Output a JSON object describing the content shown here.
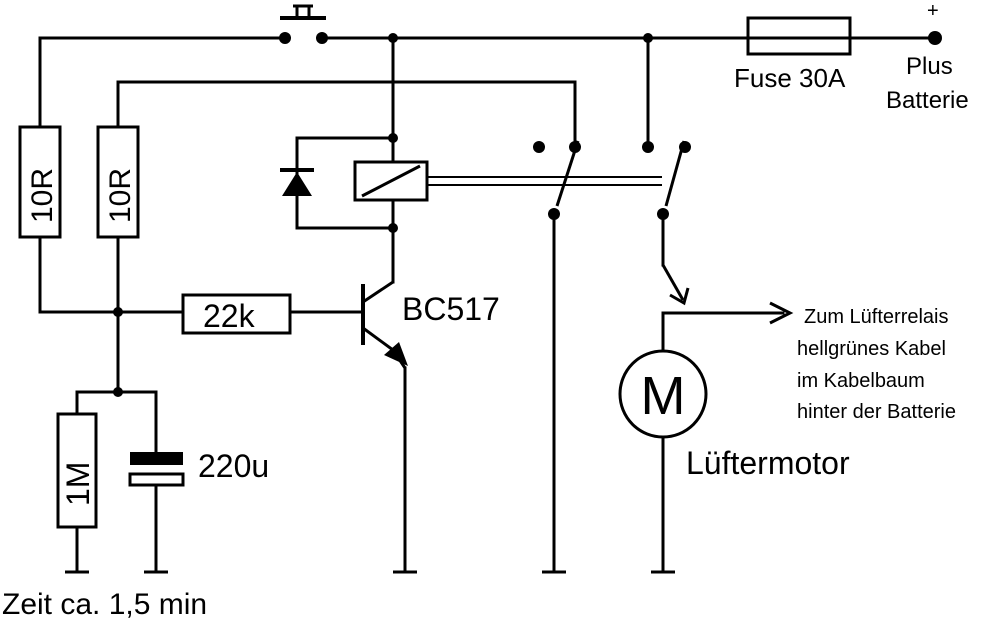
{
  "labels": {
    "r1": "10R",
    "r2": "10R",
    "r22k": "22k",
    "r1m": "1M",
    "cap": "220u",
    "transistor": "BC517",
    "fuse": "Fuse 30A",
    "plus_sign": "+",
    "plus_line1": "Plus",
    "plus_line2": "Batterie",
    "motor_symbol": "M",
    "motor_name": "Lüftermotor",
    "relay_line1": "Zum Lüfterrelais",
    "relay_line2": "hellgrünes Kabel",
    "relay_line3": "im Kabelbaum",
    "relay_line4": "hinter der Batterie",
    "time_note": "Zeit ca. 1,5 min"
  }
}
